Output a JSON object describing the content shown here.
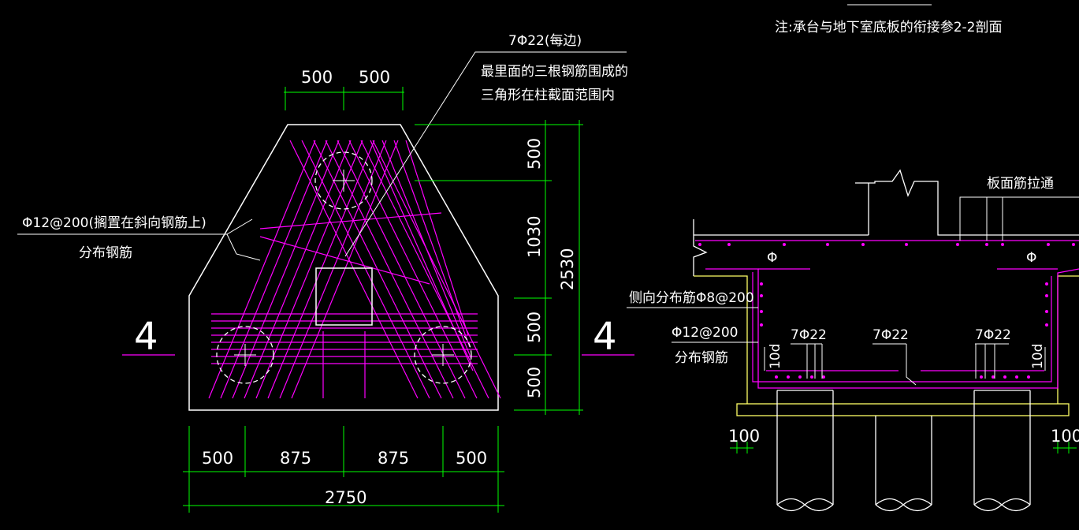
{
  "colors": {
    "background": "#000000",
    "outline": "#ffffff",
    "rebar": "#ff00ff",
    "dimension": "#00ff00",
    "slab": "#ffff66",
    "circle": "#ffffff"
  },
  "left_view": {
    "top_label": "7Φ22(每边)",
    "note_line1": "最里面的三根钢筋围成的",
    "note_line2": "三角形在柱截面范围内",
    "dist_label": "Φ12@200(搁置在斜向钢筋上)",
    "dist_sub": "分布钢筋",
    "section_left": "4",
    "section_right": "4",
    "dims_top": [
      "500",
      "500"
    ],
    "dims_right": [
      "500",
      "1030",
      "500",
      "500"
    ],
    "dim_right_total": "2530",
    "dims_bottom": [
      "500",
      "875",
      "875",
      "500"
    ],
    "dim_bottom_total": "2750"
  },
  "right_view": {
    "note": "注:承台与地下室底板的衔接参2-2剖面",
    "slab_note": "板面筋拉通",
    "phi_left": "Φ",
    "phi_right": "Φ",
    "side_rebar": "侧向分布筋Φ8@200",
    "dist_rebar": "Φ12@200",
    "dist_sub": "分布钢筋",
    "bars": [
      "7Φ22",
      "7Φ22",
      "7Φ22"
    ],
    "anchor_left": "10d",
    "anchor_right": "10d",
    "dim_left": "100",
    "dim_right": "100"
  }
}
